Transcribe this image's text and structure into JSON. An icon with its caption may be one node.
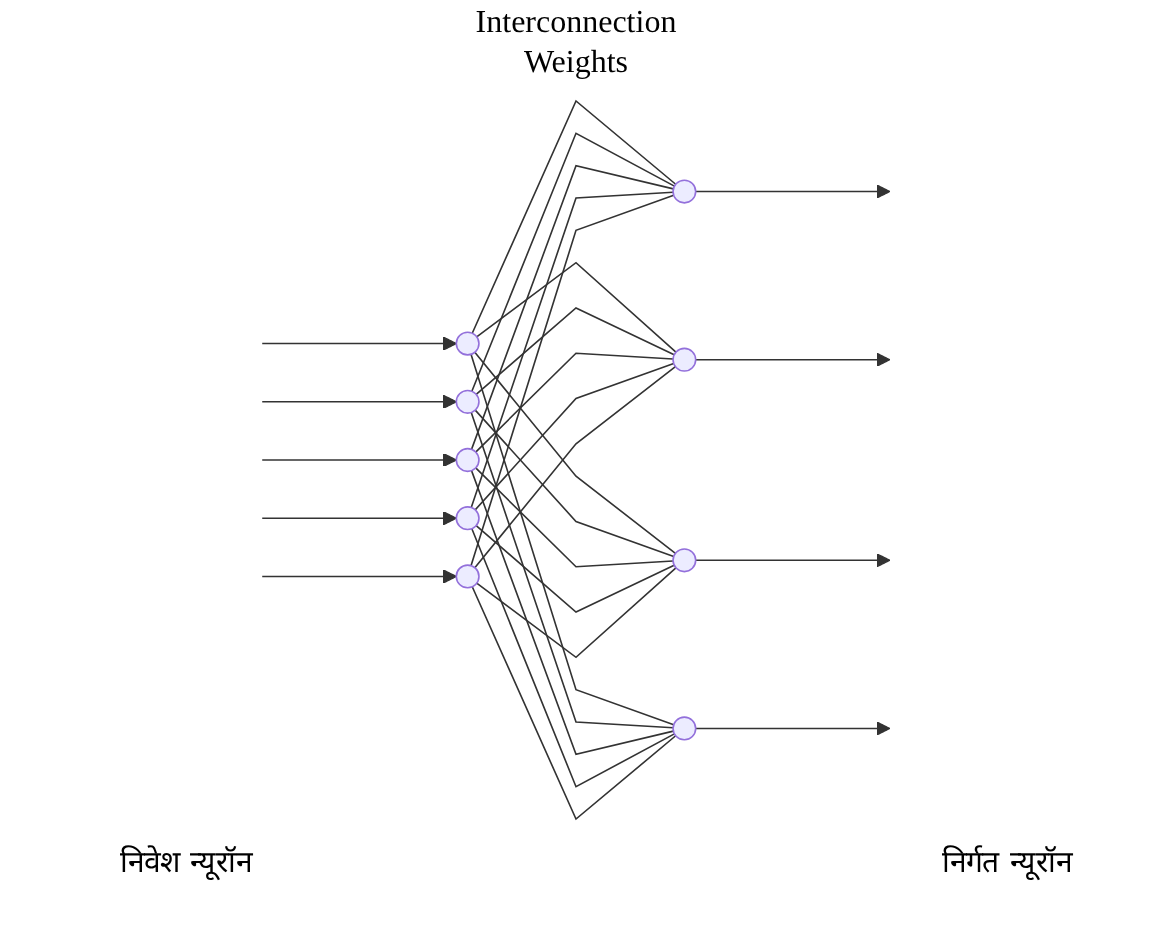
{
  "diagram": {
    "nodes": [
      {
        "text": [],
        "shape": "circle"
      },
      {
        "text": [],
        "shape": "circle"
      },
      {
        "text": [],
        "shape": "circle"
      },
      {
        "text": [],
        "shape": "circle"
      },
      {
        "text": [],
        "shape": "circle"
      },
      {
        "text": [],
        "shape": "circle"
      },
      {
        "text": [],
        "shape": "circle"
      },
      {
        "text": [],
        "shape": "circle"
      },
      {
        "text": [],
        "shape": "circle"
      }
    ],
    "edges": [
      {
        "from": null,
        "to": 0,
        "arrow": "to"
      },
      {
        "from": null,
        "to": 1,
        "arrow": "to"
      },
      {
        "from": null,
        "to": 2,
        "arrow": "to"
      },
      {
        "from": null,
        "to": 3,
        "arrow": "to"
      },
      {
        "from": null,
        "to": 4,
        "arrow": "to"
      },
      {
        "from": 0,
        "to": 5,
        "arrow": "none"
      },
      {
        "from": 0,
        "to": 6,
        "arrow": "none"
      },
      {
        "from": 0,
        "to": 7,
        "arrow": "none"
      },
      {
        "from": 0,
        "to": 8,
        "arrow": "none"
      },
      {
        "from": 1,
        "to": 5,
        "arrow": "none"
      },
      {
        "from": 1,
        "to": 6,
        "arrow": "none"
      },
      {
        "from": 1,
        "to": 7,
        "arrow": "none"
      },
      {
        "from": 1,
        "to": 8,
        "arrow": "none"
      },
      {
        "from": 2,
        "to": 5,
        "arrow": "none"
      },
      {
        "from": 2,
        "to": 6,
        "arrow": "none"
      },
      {
        "from": 2,
        "to": 7,
        "arrow": "none"
      },
      {
        "from": 2,
        "to": 8,
        "arrow": "none"
      },
      {
        "from": 3,
        "to": 5,
        "arrow": "none"
      },
      {
        "from": 3,
        "to": 6,
        "arrow": "none"
      },
      {
        "from": 3,
        "to": 7,
        "arrow": "none"
      },
      {
        "from": 3,
        "to": 8,
        "arrow": "none"
      },
      {
        "from": 4,
        "to": 5,
        "arrow": "none"
      },
      {
        "from": 4,
        "to": 6,
        "arrow": "none"
      },
      {
        "from": 4,
        "to": 7,
        "arrow": "none"
      },
      {
        "from": 4,
        "to": 8,
        "arrow": "none"
      },
      {
        "from": 5,
        "to": null,
        "arrow": "to"
      },
      {
        "from": 6,
        "to": null,
        "arrow": "to"
      },
      {
        "from": 7,
        "to": null,
        "arrow": "to"
      },
      {
        "from": 8,
        "to": null,
        "arrow": "to"
      }
    ],
    "labels": [
      "Interconnection Weights",
      "निवेश न्यूरॉन",
      "निर्गत न्यूरॉन"
    ]
  }
}
